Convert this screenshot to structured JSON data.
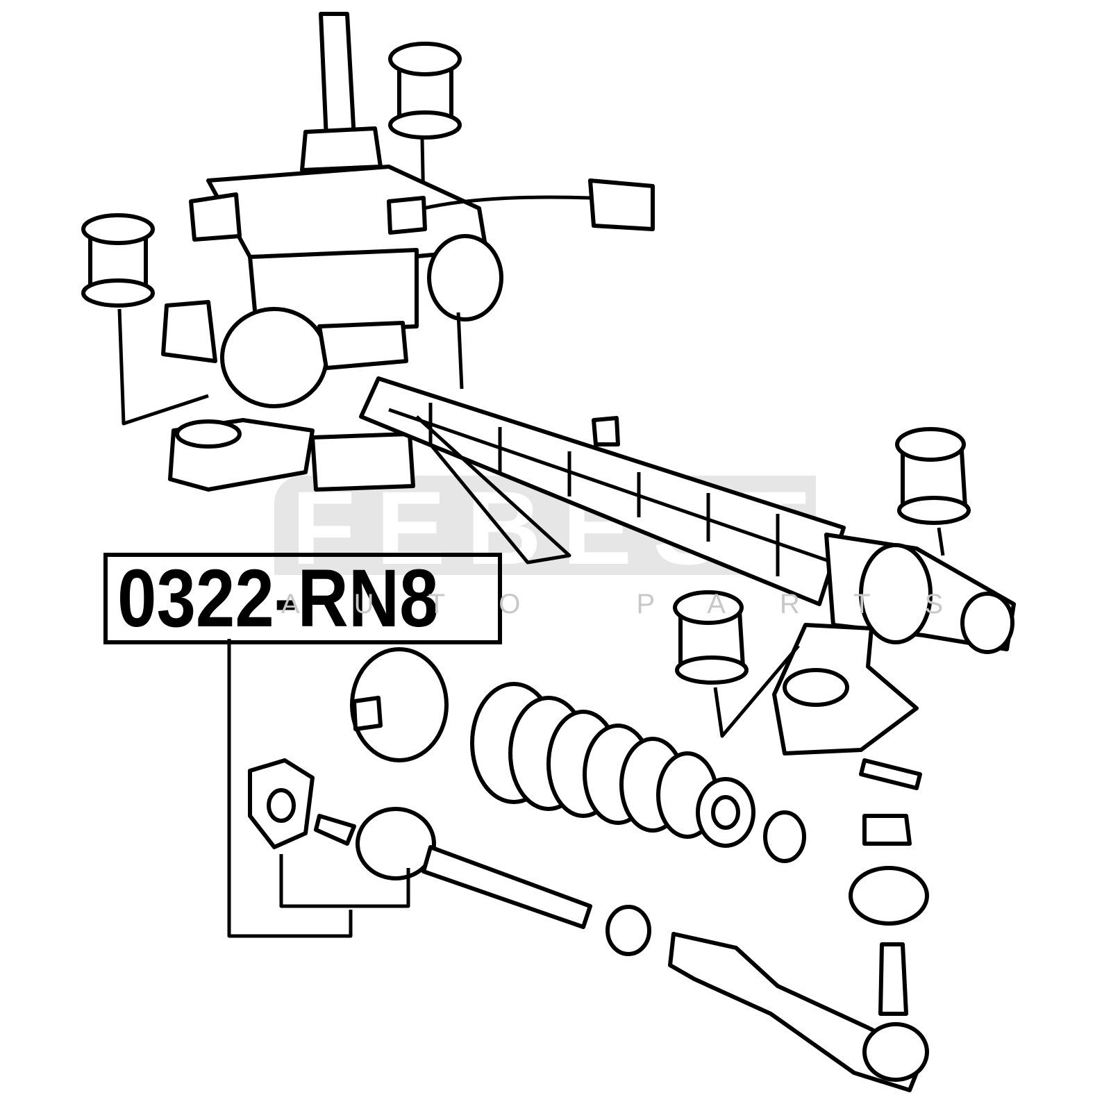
{
  "diagram": {
    "part_number": "0322-RN8",
    "watermark": {
      "brand": "FEBEST",
      "subtitle": "AUTO PARTS"
    },
    "colors": {
      "line": "#000000",
      "watermark": "#e6e6e6",
      "background": "#ffffff"
    }
  }
}
